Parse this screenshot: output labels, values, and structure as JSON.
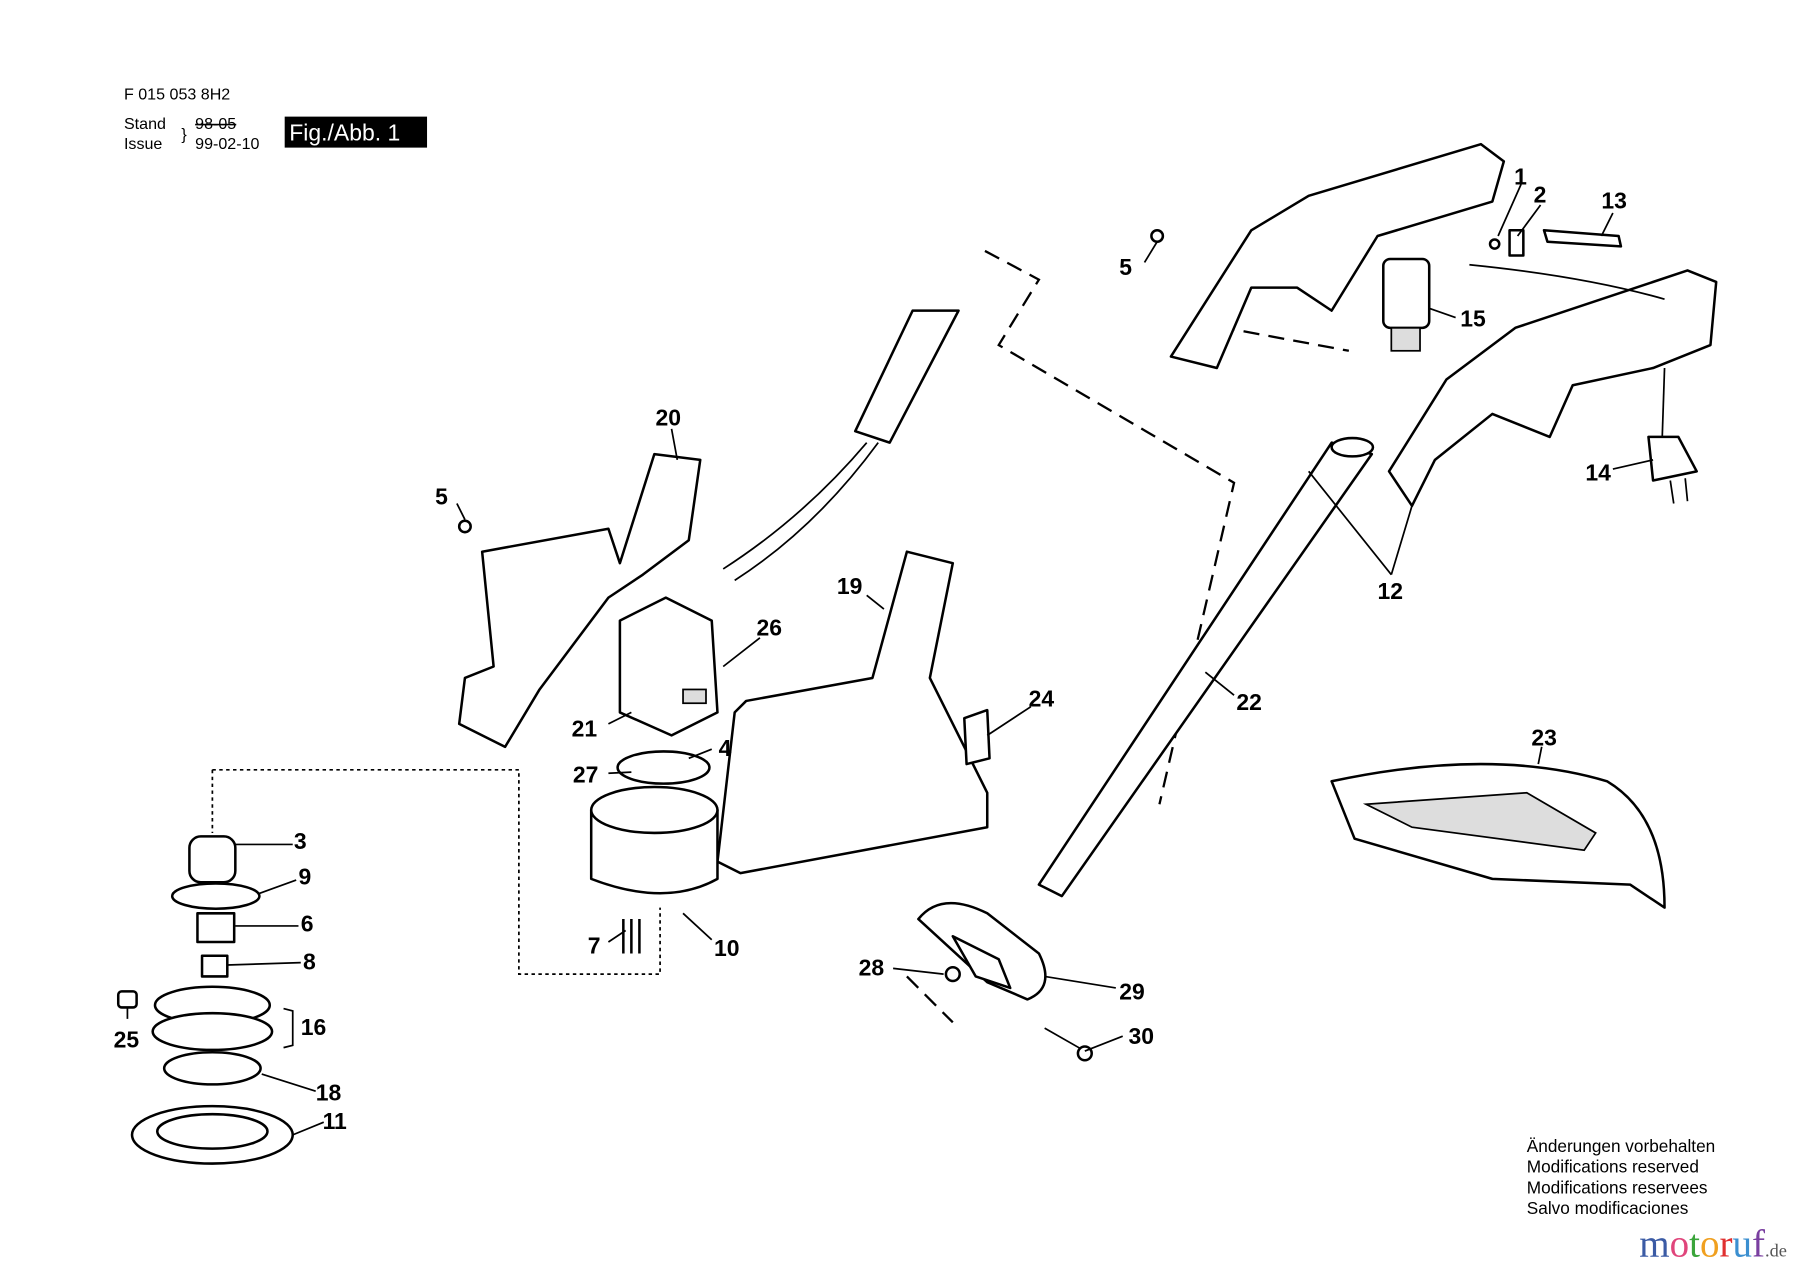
{
  "header": {
    "part_number": "F 015 053 8H2",
    "stand_label": "Stand",
    "issue_label": "Issue",
    "old_date": "98-05",
    "issue_date": "99-02-10",
    "figure_label": "Fig./Abb. 1"
  },
  "labels": {
    "l1": "1",
    "l2": "2",
    "l13": "13",
    "l5a": "5",
    "l15": "15",
    "l14": "14",
    "l12": "12",
    "l20": "20",
    "l5b": "5",
    "l19": "19",
    "l26": "26",
    "l24": "24",
    "l22": "22",
    "l23": "23",
    "l21": "21",
    "l4": "4",
    "l27": "27",
    "l3": "3",
    "l9": "9",
    "l6": "6",
    "l8": "8",
    "l16": "16",
    "l25": "25",
    "l18": "18",
    "l11": "11",
    "l7": "7",
    "l10": "10",
    "l28": "28",
    "l29": "29",
    "l30": "30"
  },
  "notes": [
    "Änderungen vorbehalten",
    "Modifications reserved",
    "Modifications reservees",
    "Salvo modificaciones"
  ],
  "logo": {
    "main": "motoruf",
    "suffix": ".de",
    "letter_colors": [
      "#3b5ba5",
      "#e0457b",
      "#3ba53b",
      "#f0a020",
      "#e03030",
      "#3b8fd0",
      "#7a3fa0"
    ]
  }
}
